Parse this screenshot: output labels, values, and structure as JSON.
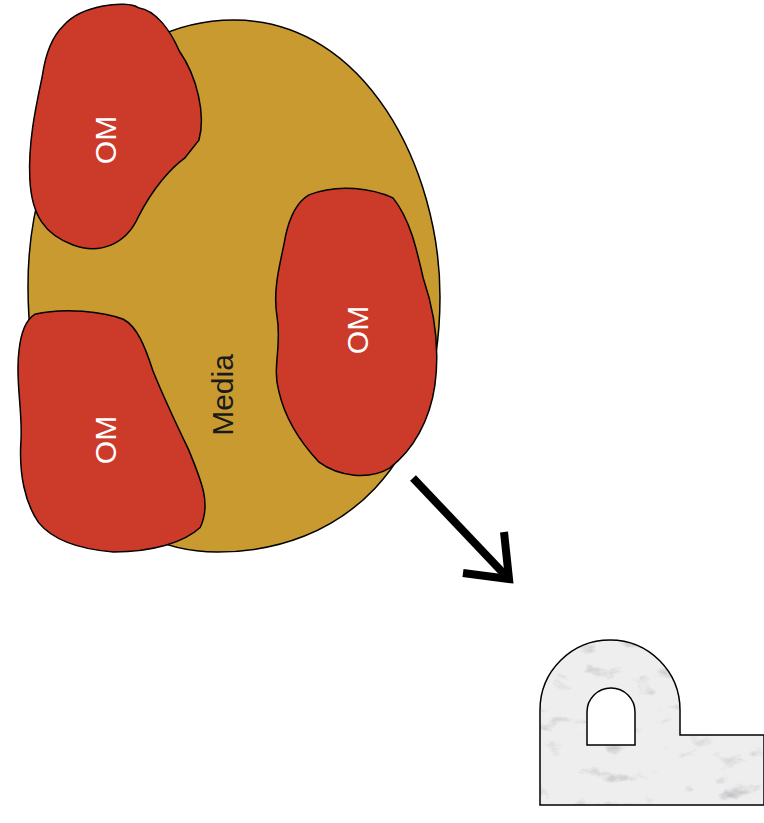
{
  "diagram": {
    "nodes": [
      {
        "text": [
          "Media"
        ]
      },
      {
        "text": [
          "OM"
        ],
        "in": 0
      },
      {
        "text": [
          "OM"
        ],
        "in": 0
      },
      {
        "text": [
          "OM"
        ],
        "in": 0
      }
    ]
  }
}
